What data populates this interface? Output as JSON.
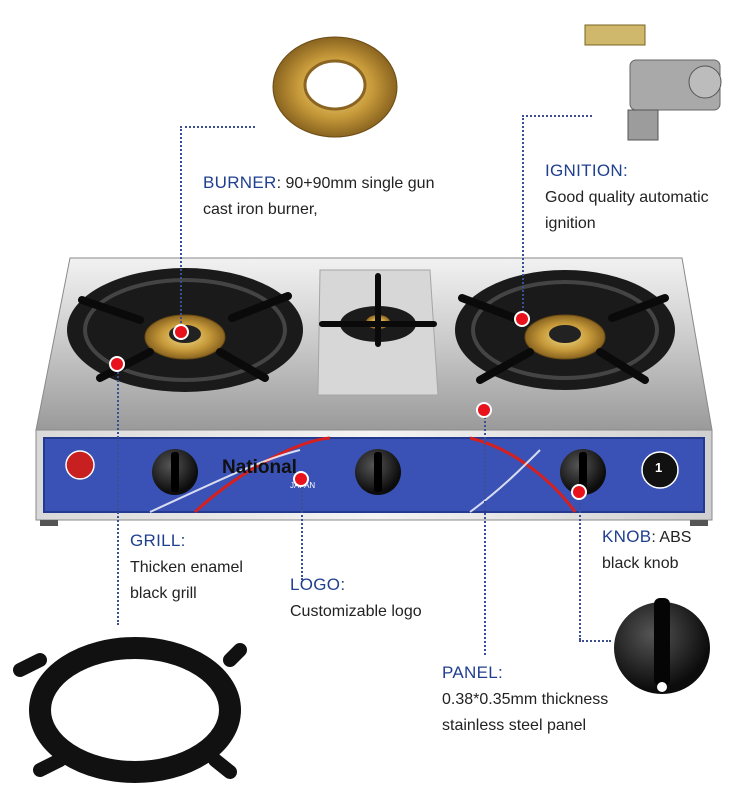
{
  "callouts": {
    "burner": {
      "key": "BURNER",
      "text_line1": ": 90+90mm single gun",
      "text_line2": "cast iron burner,"
    },
    "ignition": {
      "key": "IGNITION",
      "text_line1": ":",
      "text_line2": "Good quality automatic",
      "text_line3": "ignition"
    },
    "grill": {
      "key": "GRILL",
      "text_line1": ":",
      "text_line2": "Thicken enamel",
      "text_line3": "black grill"
    },
    "logo": {
      "key": "LOGO",
      "text_line1": ":",
      "text_line2": "Customizable logo"
    },
    "knob": {
      "key": "KNOB",
      "text_line1": ": ABS",
      "text_line2": "black knob"
    },
    "panel": {
      "key": "PANEL",
      "text_line1": ":",
      "text_line2": "0.38*0.35mm thickness",
      "text_line3": "stainless steel panel"
    }
  },
  "stove": {
    "brand": "National",
    "brand_sub": "JAPAN",
    "badge_rank": "1"
  },
  "colors": {
    "accent_blue": "#1f3f8f",
    "marker_red": "#e8121c",
    "panel_blue": "#3a52b5"
  }
}
